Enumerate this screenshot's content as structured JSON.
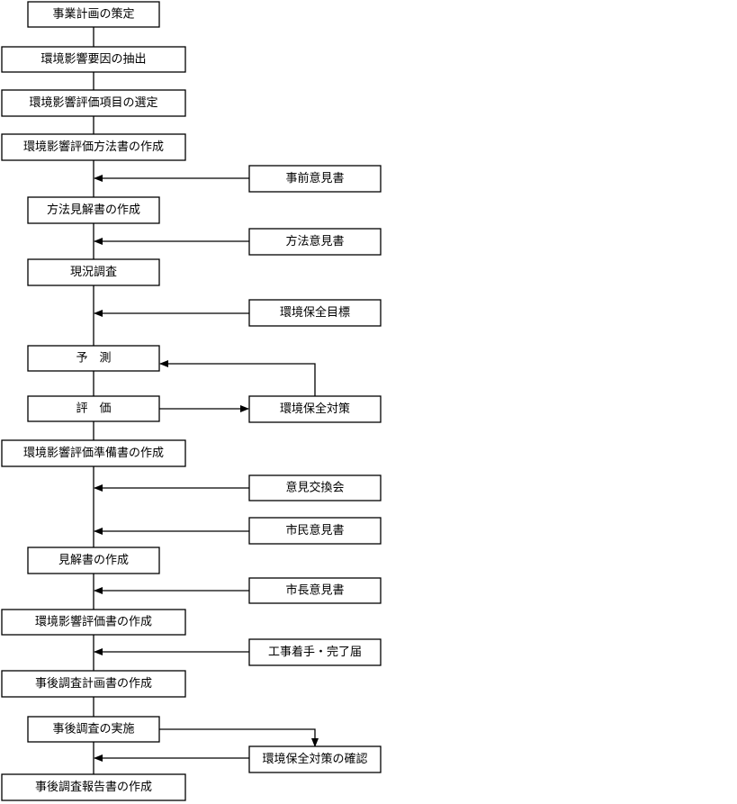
{
  "main_steps": [
    {
      "id": "m1",
      "label": "事業計画の策定"
    },
    {
      "id": "m2",
      "label": "環境影響要因の抽出"
    },
    {
      "id": "m3",
      "label": "環境影響評価項目の選定"
    },
    {
      "id": "m4",
      "label": "環境影響評価方法書の作成"
    },
    {
      "id": "m5",
      "label": "方法見解書の作成"
    },
    {
      "id": "m6",
      "label": "現況調査"
    },
    {
      "id": "m7",
      "label": "予　測"
    },
    {
      "id": "m8",
      "label": "評　価"
    },
    {
      "id": "m9",
      "label": "環境影響評価準備書の作成"
    },
    {
      "id": "m10",
      "label": "見解書の作成"
    },
    {
      "id": "m11",
      "label": "環境影響評価書の作成"
    },
    {
      "id": "m12",
      "label": "事後調査計画書の作成"
    },
    {
      "id": "m13",
      "label": "事後調査の実施"
    },
    {
      "id": "m14",
      "label": "事後調査報告書の作成"
    }
  ],
  "side_inputs": [
    {
      "id": "s1",
      "label": "事前意見書"
    },
    {
      "id": "s2",
      "label": "方法意見書"
    },
    {
      "id": "s3",
      "label": "環境保全目標"
    },
    {
      "id": "s4",
      "label": "環境保全対策"
    },
    {
      "id": "s5",
      "label": "意見交換会"
    },
    {
      "id": "s6",
      "label": "市民意見書"
    },
    {
      "id": "s7",
      "label": "市長意見書"
    },
    {
      "id": "s8",
      "label": "工事着手・完了届"
    },
    {
      "id": "s9",
      "label": "環境保全対策の確認"
    }
  ]
}
